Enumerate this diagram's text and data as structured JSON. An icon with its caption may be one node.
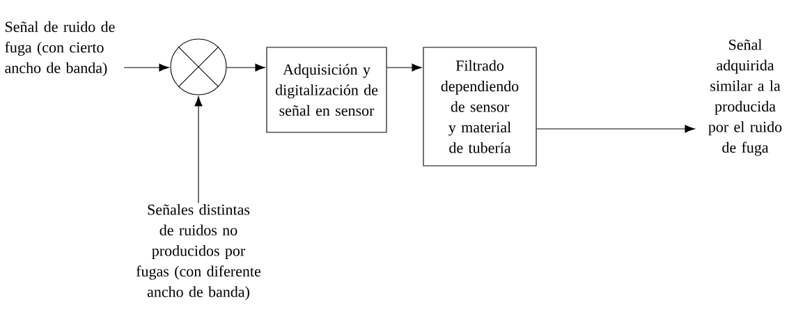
{
  "diagram": {
    "nodes": [
      {
        "text": [
          "Señal de ruido de fuga (con cierto ancho de banda)"
        ]
      },
      {
        "text": [],
        "shape": "circle"
      },
      {
        "text": [
          "Señales distintas de ruidos no producidos por fugas (con diferente ancho de banda)"
        ]
      },
      {
        "text": [
          "Adquisición y digitalización de señal en sensor"
        ]
      },
      {
        "text": [
          "Filtrado dependiendo de sensor y material de tubería"
        ]
      },
      {
        "text": [
          "Señal adquirida similar a la producida por el ruido de fuga"
        ]
      }
    ],
    "edges": [
      {
        "from": 0,
        "to": 1,
        "arrow": "to"
      },
      {
        "from": 2,
        "to": 1,
        "arrow": "to"
      },
      {
        "from": 1,
        "to": 3,
        "arrow": "to"
      },
      {
        "from": 3,
        "to": 4,
        "arrow": "to"
      },
      {
        "from": 4,
        "to": 5,
        "arrow": "to"
      }
    ]
  }
}
